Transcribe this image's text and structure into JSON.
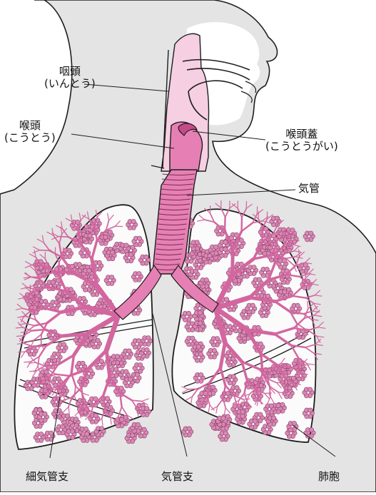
{
  "labels": {
    "pharynx": {
      "main": "咽頭",
      "reading": "(いんとう)"
    },
    "larynx": {
      "main": "喉頭",
      "reading": "(こうとう)"
    },
    "epiglottis": {
      "main": "喉頭蓋",
      "reading": "(こうとうがい)"
    },
    "trachea": {
      "main": "気管"
    },
    "bronchiole": {
      "main": "細気管支"
    },
    "bronchus": {
      "main": "気管支"
    },
    "alveolus": {
      "main": "肺胞"
    }
  },
  "colors": {
    "silhouette": "#e4e4e4",
    "outline": "#1e1e1e",
    "airway_light": "#f6cfe2",
    "airway_pink": "#e680b4",
    "airway_dark": "#c64a89",
    "lung_fill": "#fbfbfb",
    "alveoli": "#d889b4"
  }
}
